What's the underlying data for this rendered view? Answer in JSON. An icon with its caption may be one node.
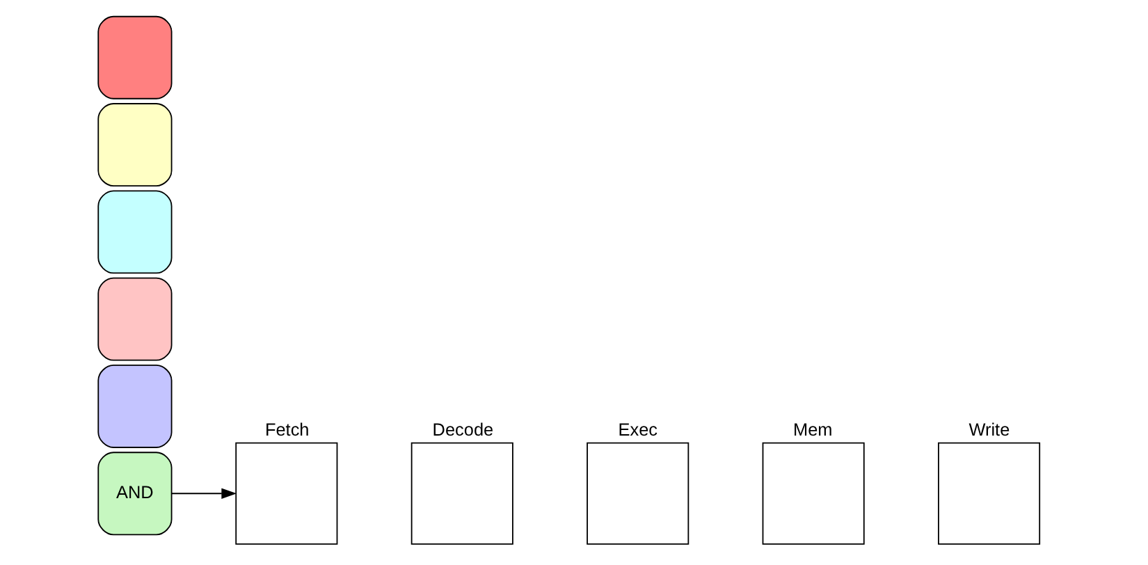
{
  "diagram": {
    "nodes": [
      {
        "text": [
          "Fetch"
        ]
      },
      {
        "text": [
          "Decode"
        ]
      },
      {
        "text": [
          "Exec"
        ]
      },
      {
        "text": [
          "Mem"
        ]
      },
      {
        "text": [
          "Write"
        ]
      },
      {
        "text": [
          "AND"
        ]
      },
      {
        "text": [],
        "shape": "box"
      },
      {
        "text": [],
        "shape": "box"
      },
      {
        "text": [],
        "shape": "box"
      },
      {
        "text": [],
        "shape": "box"
      },
      {
        "text": [],
        "shape": "box"
      }
    ],
    "edges": [
      {
        "from": 5,
        "to": 0,
        "arrow": "to"
      }
    ]
  }
}
